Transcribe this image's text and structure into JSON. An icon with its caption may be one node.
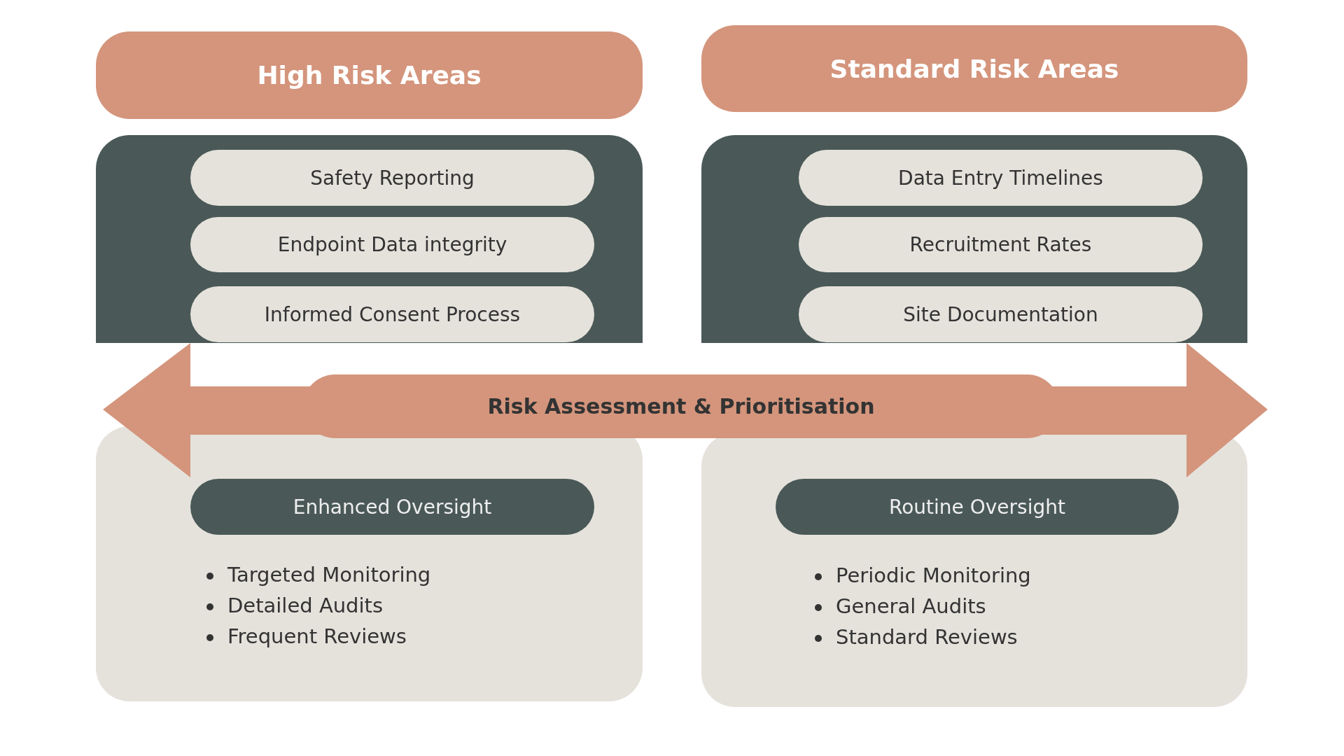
{
  "diagram": {
    "nodes": [
      {
        "text": [
          "High Risk Areas"
        ]
      },
      {
        "text": [
          "Standard Risk Areas"
        ]
      },
      {
        "text": [],
        "shape": "box"
      },
      {
        "text": [
          "Safety Reporting"
        ],
        "in": 2
      },
      {
        "text": [
          "Endpoint Data integrity"
        ],
        "in": 2
      },
      {
        "text": [
          "Informed Consent Process"
        ],
        "in": 2
      },
      {
        "text": [],
        "shape": "box"
      },
      {
        "text": [
          "Data Entry Timelines"
        ],
        "in": 6
      },
      {
        "text": [
          "Recruitment Rates"
        ],
        "in": 6
      },
      {
        "text": [
          "Site Documentation"
        ],
        "in": 6
      },
      {
        "text": [
          "Risk Assessment & Prioritisation"
        ]
      },
      {
        "text": [
          "Targeted Monitoring",
          "Detailed Audits",
          "Frequent Reviews"
        ]
      },
      {
        "text": [
          "Enhanced Oversight"
        ],
        "in": 11
      },
      {
        "text": [
          "Periodic Monitoring",
          "General Audits",
          "Standard Reviews"
        ]
      },
      {
        "text": [
          "Routine Oversight"
        ],
        "in": 13
      }
    ]
  }
}
